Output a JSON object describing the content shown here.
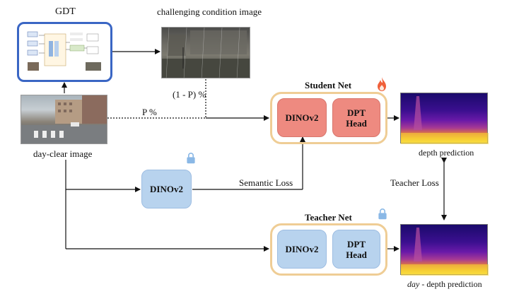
{
  "labels": {
    "gdt_title": "GDT",
    "challenging": "challenging condition image",
    "day_clear": "day-clear image",
    "one_minus_p": "(1 - P) %",
    "p_percent": "P %",
    "student_net": "Student Net",
    "teacher_net": "Teacher Net",
    "semantic_loss": "Semantic Loss",
    "teacher_loss": "Teacher Loss",
    "depth_prediction": "depth prediction",
    "day_prefix": "day",
    "day_suffix": " - depth prediction"
  },
  "blocks": {
    "student_dino": "DINOv2",
    "student_dpt_line1": "DPT",
    "student_dpt_line2": "Head",
    "frozen_dino": "DINOv2",
    "teacher_dino": "DINOv2",
    "teacher_dpt_line1": "DPT",
    "teacher_dpt_line2": "Head"
  },
  "colors": {
    "gdt_border": "#3a66c4",
    "net_frame": "#efcd95",
    "student_block": "#ee8a80",
    "teacher_block": "#b8d3ee",
    "lock": "#8ab8e6",
    "flame": "#f0603a"
  },
  "icons": [
    "lock-icon",
    "flame-icon"
  ]
}
